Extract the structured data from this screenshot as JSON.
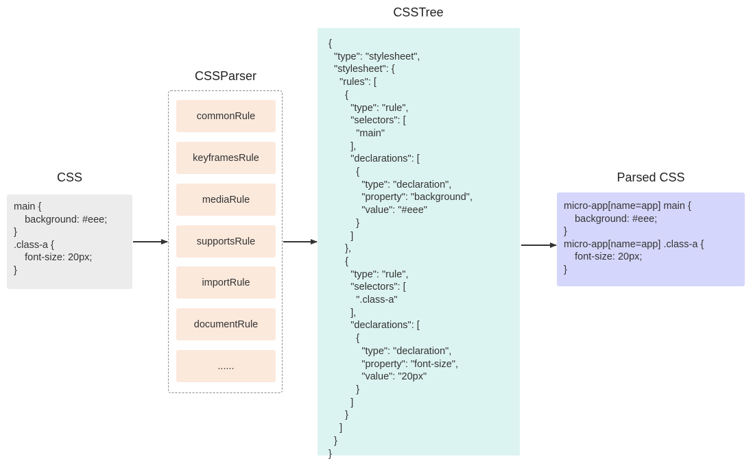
{
  "diagram": {
    "css": {
      "title": "CSS",
      "code": "main {\n    background: #eee;\n}\n.class-a {\n    font-size: 20px;\n}"
    },
    "parser": {
      "title": "CSSParser",
      "rules": [
        "commonRule",
        "keyframesRule",
        "mediaRule",
        "supportsRule",
        "importRule",
        "documentRule",
        "......"
      ]
    },
    "tree": {
      "title": "CSSTree",
      "code": "{\n  \"type\": \"stylesheet\",\n  \"stylesheet\": {\n    \"rules\": [\n      {\n        \"type\": \"rule\",\n        \"selectors\": [\n          \"main\"\n        ],\n        \"declarations\": [\n          {\n            \"type\": \"declaration\",\n            \"property\": \"background\",\n            \"value\": \"#eee\"\n          }\n        ]\n      },\n      {\n        \"type\": \"rule\",\n        \"selectors\": [\n          \".class-a\"\n        ],\n        \"declarations\": [\n          {\n            \"type\": \"declaration\",\n            \"property\": \"font-size\",\n            \"value\": \"20px\"\n          }\n        ]\n      }\n    ]\n  }\n}"
    },
    "parsed": {
      "title": "Parsed CSS",
      "code": "micro-app[name=app] main {\n    background: #eee;\n}\nmicro-app[name=app] .class-a {\n    font-size: 20px;\n}"
    },
    "colors": {
      "css_box": "#ececec",
      "parser_rule": "#fbe9dc",
      "tree_box": "#dcf4f1",
      "parsed_box": "#d5d6fb",
      "arrow": "#333333"
    }
  }
}
